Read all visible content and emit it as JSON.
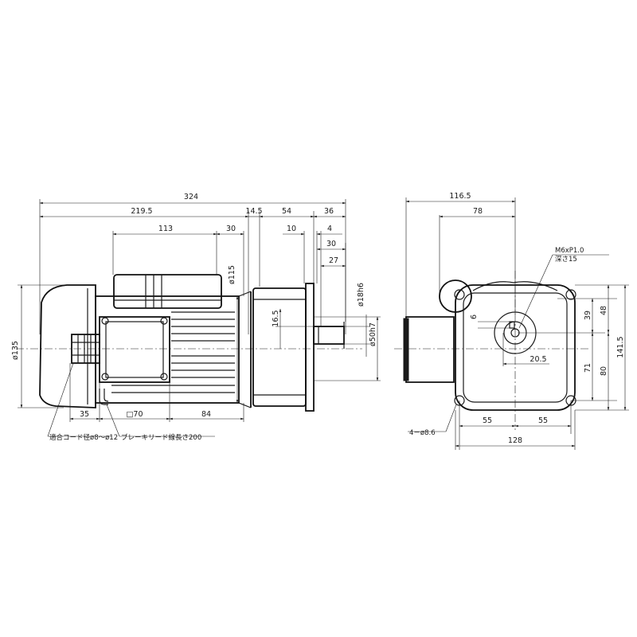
{
  "side_view": {
    "dims": {
      "overall_length": "324",
      "motor_length": "219.5",
      "flange_gap": "14.5",
      "gearhead_length": "54",
      "shaft_length": "36",
      "terminal_box_length": "113",
      "capacitor_offset": "30",
      "key_offset": "10",
      "key_width": "4",
      "key_length_30": "30",
      "key_length_27": "27",
      "motor_height": "ø115",
      "motor_diameter": "ø135",
      "shaft_diameter": "ø18h6",
      "pilot_diameter": "ø50h7",
      "shaft_height": "16.5",
      "cable_offset": "35",
      "box_size": "□70",
      "box_offset": "84"
    },
    "notes": {
      "cord": "適合コード径ø8～ø12",
      "brake_lead": "ブレーキリード線長さ200"
    }
  },
  "front_view": {
    "dims": {
      "width_116": "116.5",
      "width_78": "78",
      "tap": "M6xP1.0",
      "tap_depth": "深さ15",
      "key_6": "6",
      "offset_20": "20.5",
      "height_39": "39",
      "height_48": "48",
      "height_71": "71",
      "height_80": "80",
      "height_141": "141.5",
      "half_left": "55",
      "half_right": "55",
      "width_128": "128",
      "holes": "4－ø8.6"
    }
  }
}
